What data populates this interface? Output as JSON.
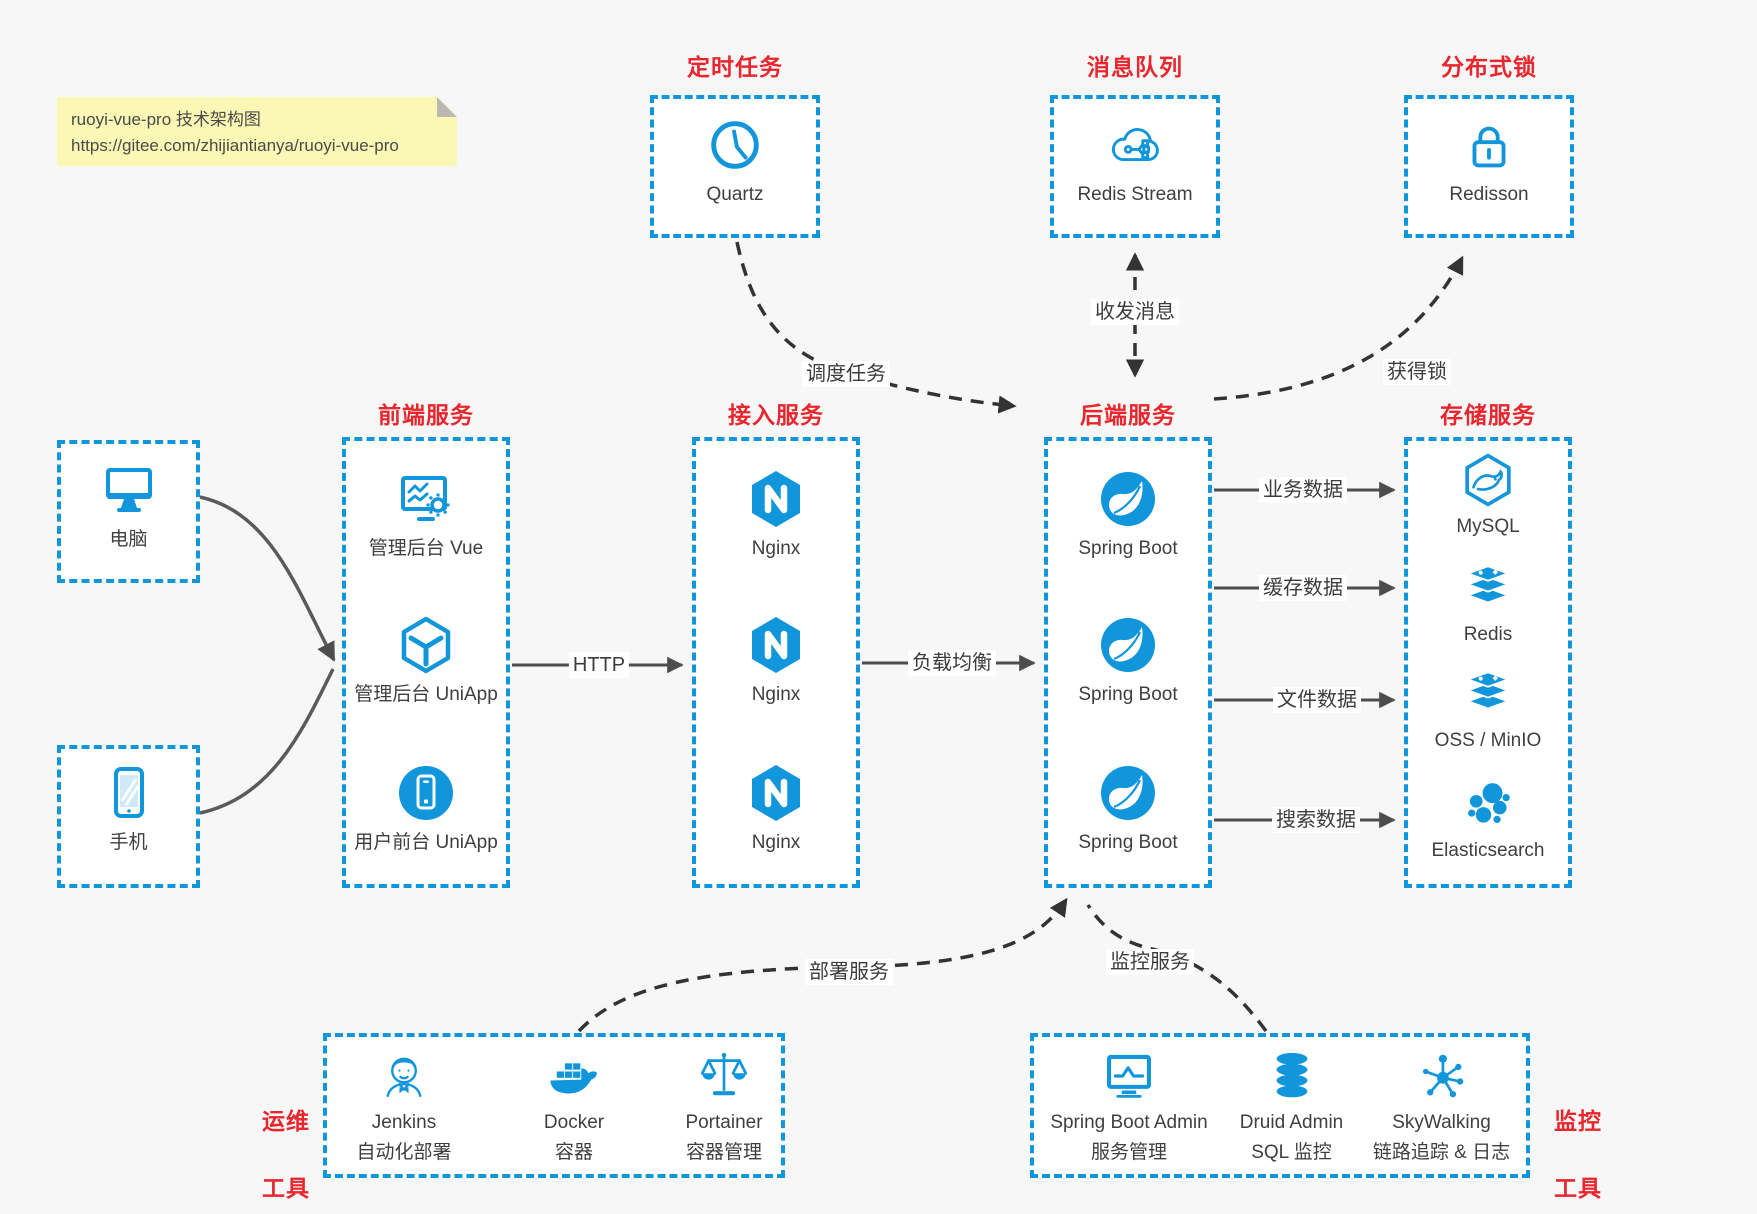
{
  "note": {
    "line1": "ruoyi-vue-pro 技术架构图",
    "line2": "https://gitee.com/zhijiantianya/ruoyi-vue-pro"
  },
  "colors": {
    "accent_blue": "#1296db",
    "title_red": "#e8262d",
    "solid_arrow": "#4d4d4d",
    "dashed_arrow": "#333333",
    "note_bg": "#fbf7b4",
    "page_bg": "#f7f7f8"
  },
  "top_groups": [
    {
      "title": "定时任务",
      "item": {
        "icon": "clock-icon",
        "label": "Quartz"
      }
    },
    {
      "title": "消息队列",
      "item": {
        "icon": "cloud-stream-icon",
        "label": "Redis Stream"
      }
    },
    {
      "title": "分布式锁",
      "item": {
        "icon": "lock-icon",
        "label": "Redisson"
      }
    }
  ],
  "devices": [
    {
      "icon": "desktop-icon",
      "label": "电脑"
    },
    {
      "icon": "phone-icon",
      "label": "手机"
    }
  ],
  "columns": [
    {
      "title": "前端服务",
      "items": [
        {
          "icon": "admin-vue-icon",
          "label": "管理后台 Vue"
        },
        {
          "icon": "uniapp-cube-icon",
          "label": "管理后台 UniApp"
        },
        {
          "icon": "user-app-icon",
          "label": "用户前台 UniApp"
        }
      ]
    },
    {
      "title": "接入服务",
      "items": [
        {
          "icon": "nginx-icon",
          "label": "Nginx"
        },
        {
          "icon": "nginx-icon",
          "label": "Nginx"
        },
        {
          "icon": "nginx-icon",
          "label": "Nginx"
        }
      ]
    },
    {
      "title": "后端服务",
      "items": [
        {
          "icon": "spring-icon",
          "label": "Spring Boot"
        },
        {
          "icon": "spring-icon",
          "label": "Spring Boot"
        },
        {
          "icon": "spring-icon",
          "label": "Spring Boot"
        }
      ]
    },
    {
      "title": "存储服务",
      "items": [
        {
          "icon": "mysql-icon",
          "label": "MySQL"
        },
        {
          "icon": "redis-stack-icon",
          "label": "Redis"
        },
        {
          "icon": "redis-stack-icon",
          "label": "OSS / MinIO"
        },
        {
          "icon": "elasticsearch-icon",
          "label": "Elasticsearch"
        }
      ]
    }
  ],
  "edges": {
    "http": "HTTP",
    "load_balance": "负载均衡",
    "business_data": "业务数据",
    "cache_data": "缓存数据",
    "file_data": "文件数据",
    "search_data": "搜索数据",
    "schedule_task": "调度任务",
    "send_receive_message": "收发消息",
    "acquire_lock": "获得锁",
    "deploy_service": "部署服务",
    "monitor_service": "监控服务"
  },
  "bottom_groups": [
    {
      "side": {
        "line1": "运维",
        "line2": "工具"
      },
      "items": [
        {
          "icon": "jenkins-icon",
          "label": "Jenkins",
          "sublabel": "自动化部署"
        },
        {
          "icon": "docker-icon",
          "label": "Docker",
          "sublabel": "容器"
        },
        {
          "icon": "portainer-icon",
          "label": "Portainer",
          "sublabel": "容器管理"
        }
      ]
    },
    {
      "side": {
        "line1": "监控",
        "line2": "工具"
      },
      "items": [
        {
          "icon": "sba-icon",
          "label": "Spring Boot Admin",
          "sublabel": "服务管理"
        },
        {
          "icon": "druid-icon",
          "label": "Druid Admin",
          "sublabel": "SQL 监控"
        },
        {
          "icon": "skywalking-icon",
          "label": "SkyWalking",
          "sublabel": "链路追踪 & 日志"
        }
      ]
    }
  ]
}
